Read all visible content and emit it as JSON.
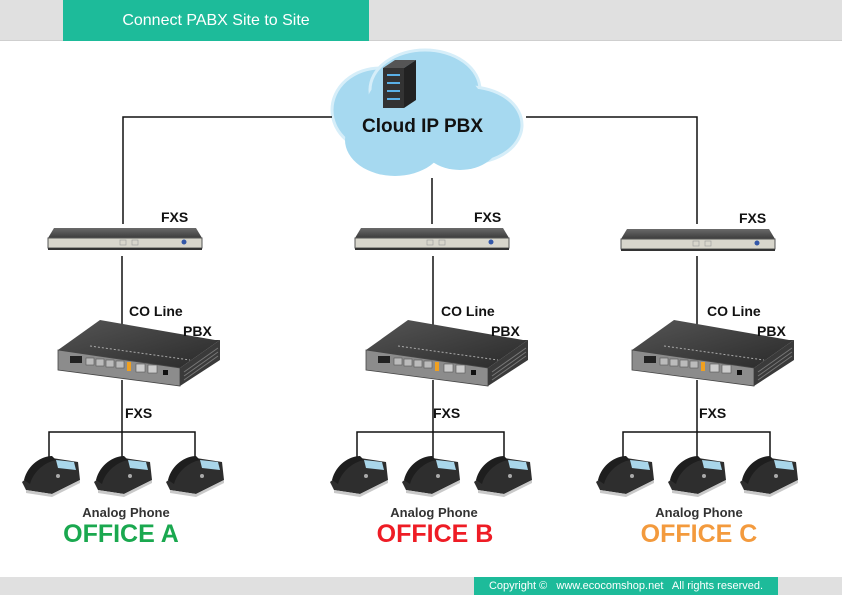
{
  "header": {
    "title": "Connect PABX Site to Site"
  },
  "cloud": {
    "label": "Cloud IP PBX",
    "icon": "server-icon"
  },
  "offices": [
    {
      "name": "OFFICE A",
      "color": "#1aa84f",
      "gateway_label": "FXS",
      "trunk_label": "CO Line",
      "pbx_label": "PBX",
      "extension_label": "FXS",
      "phones_label": "Analog  Phone",
      "phone_count": 3
    },
    {
      "name": "OFFICE B",
      "color": "#ee1c25",
      "gateway_label": "FXS",
      "trunk_label": "CO Line",
      "pbx_label": "PBX",
      "extension_label": "FXS",
      "phones_label": "Analog  Phone",
      "phone_count": 3
    },
    {
      "name": "OFFICE C",
      "color": "#f39a3d",
      "gateway_label": "FXS",
      "trunk_label": "CO Line",
      "pbx_label": "PBX",
      "extension_label": "FXS",
      "phones_label": "Analog  Phone",
      "phone_count": 3
    }
  ],
  "footer": {
    "copyright": "Copyright ©   www.ecocomshop.net   All rights reserved."
  },
  "colors": {
    "accent": "#1dbb9a",
    "bar": "#e0e0e0",
    "cloud": "#a6d9f0"
  }
}
